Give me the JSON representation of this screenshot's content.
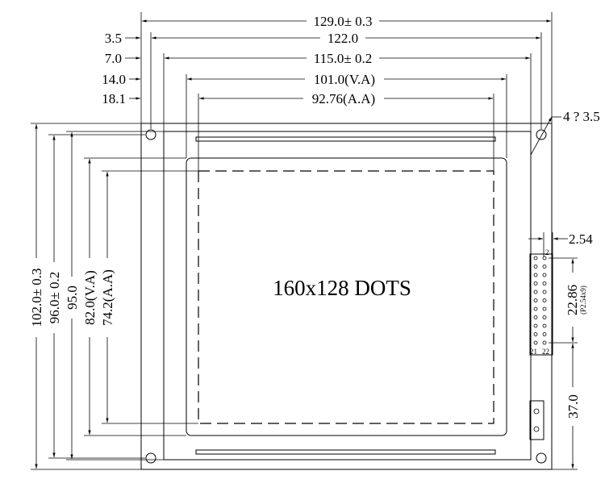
{
  "drawing": {
    "module_label": "160x128 DOTS",
    "horizontal_dims": {
      "overall": "129.0± 0.3",
      "hole_pitch": "122.0",
      "pcb_inner": "115.0± 0.2",
      "view_area": "101.0(V.A)",
      "active_area": "92.76(A.A)"
    },
    "horizontal_offsets": [
      "3.5",
      "7.0",
      "14.0",
      "18.1"
    ],
    "vertical_dims": {
      "overall": "102.0± 0.3",
      "outline": "96.0± 0.2",
      "hole_pitch": "95.0",
      "view_area": "82.0(V.A)",
      "active_area": "74.2(A.A)"
    },
    "hole_note": "4 ? 3.5",
    "pin_pitch": "2.54",
    "connector_span": "22.86",
    "connector_pitch_note": "(P2.54x9)",
    "connector_offset": "37.0",
    "pin_labels": {
      "top_right": "2",
      "bottom_left": "21",
      "bottom_right": "22"
    }
  }
}
